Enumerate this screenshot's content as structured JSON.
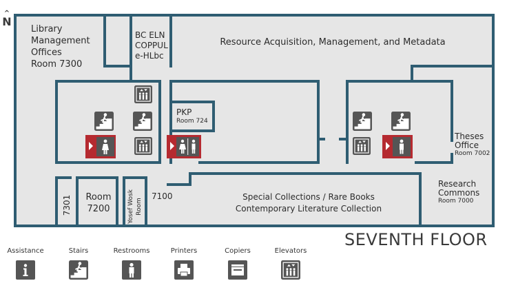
{
  "map": {
    "north": "N",
    "floor_title": "SEVENTH FLOOR",
    "colors": {
      "wall": "#2f5d72",
      "floor": "#e6e6e6",
      "icon": "#555555",
      "restroom_accent": "#b52a30",
      "background": "#ffffff"
    },
    "rooms": {
      "library_mgmt": [
        "Library",
        "Management",
        "Offices",
        "Room 7300"
      ],
      "bc_eln": [
        "BC ELN",
        "COPPUL",
        "e-HLbc"
      ],
      "resource": "Resource Acquisition, Management, and Metadata",
      "pkp": {
        "name": "PKP",
        "room": "Room 724"
      },
      "theses": {
        "line1": "Theses",
        "line2": "Office",
        "room": "Room 7002"
      },
      "research": {
        "line1": "Research",
        "line2": "Commons",
        "room": "Room 7000"
      },
      "special": [
        "Special Collections / Rare Books",
        "Contemporary Literature Collection"
      ],
      "room_7100": "7100",
      "yosef": [
        "Yosef Wosk",
        "Room"
      ],
      "room_7200": [
        "Room",
        "7200"
      ],
      "room_7301": "7301"
    }
  },
  "legend": [
    {
      "label": "Assistance",
      "icon": "info-icon"
    },
    {
      "label": "Stairs",
      "icon": "stairs-icon"
    },
    {
      "label": "Restrooms",
      "icon": "restroom-icon"
    },
    {
      "label": "Printers",
      "icon": "printer-icon"
    },
    {
      "label": "Copiers",
      "icon": "copier-icon"
    },
    {
      "label": "Elevators",
      "icon": "elevator-icon"
    }
  ]
}
